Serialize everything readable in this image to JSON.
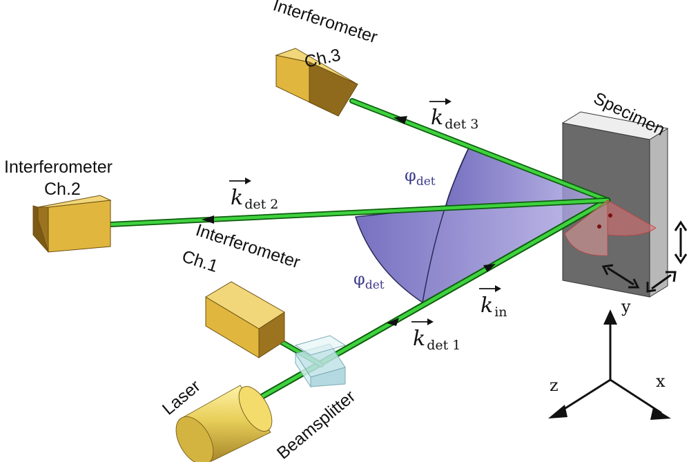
{
  "labels": {
    "interferometer": "Interferometer",
    "ch1": "Ch.1",
    "ch2": "Ch.2",
    "ch3": "Ch.3",
    "laser": "Laser",
    "beamsplitter": "Beamsplitter",
    "specimen": "Specimen"
  },
  "vectors": {
    "k": "k",
    "det1": "det 1",
    "det2": "det 2",
    "det3": "det 3",
    "in": "in"
  },
  "angles": {
    "phi": "φ",
    "det": "det"
  },
  "axes": {
    "x": "x",
    "y": "y",
    "z": "z"
  },
  "colors": {
    "beam": "#2db82d",
    "beam_dark": "#0d5e0d",
    "box_top": "#f1d77a",
    "box_front": "#e0b63e",
    "box_side": "#9c7420",
    "angle_fill": "#6f67c4",
    "specimen_front": "#6a6a6a",
    "specimen_side": "#b8b8b8",
    "beamsplitter": "#bfe3e8"
  }
}
